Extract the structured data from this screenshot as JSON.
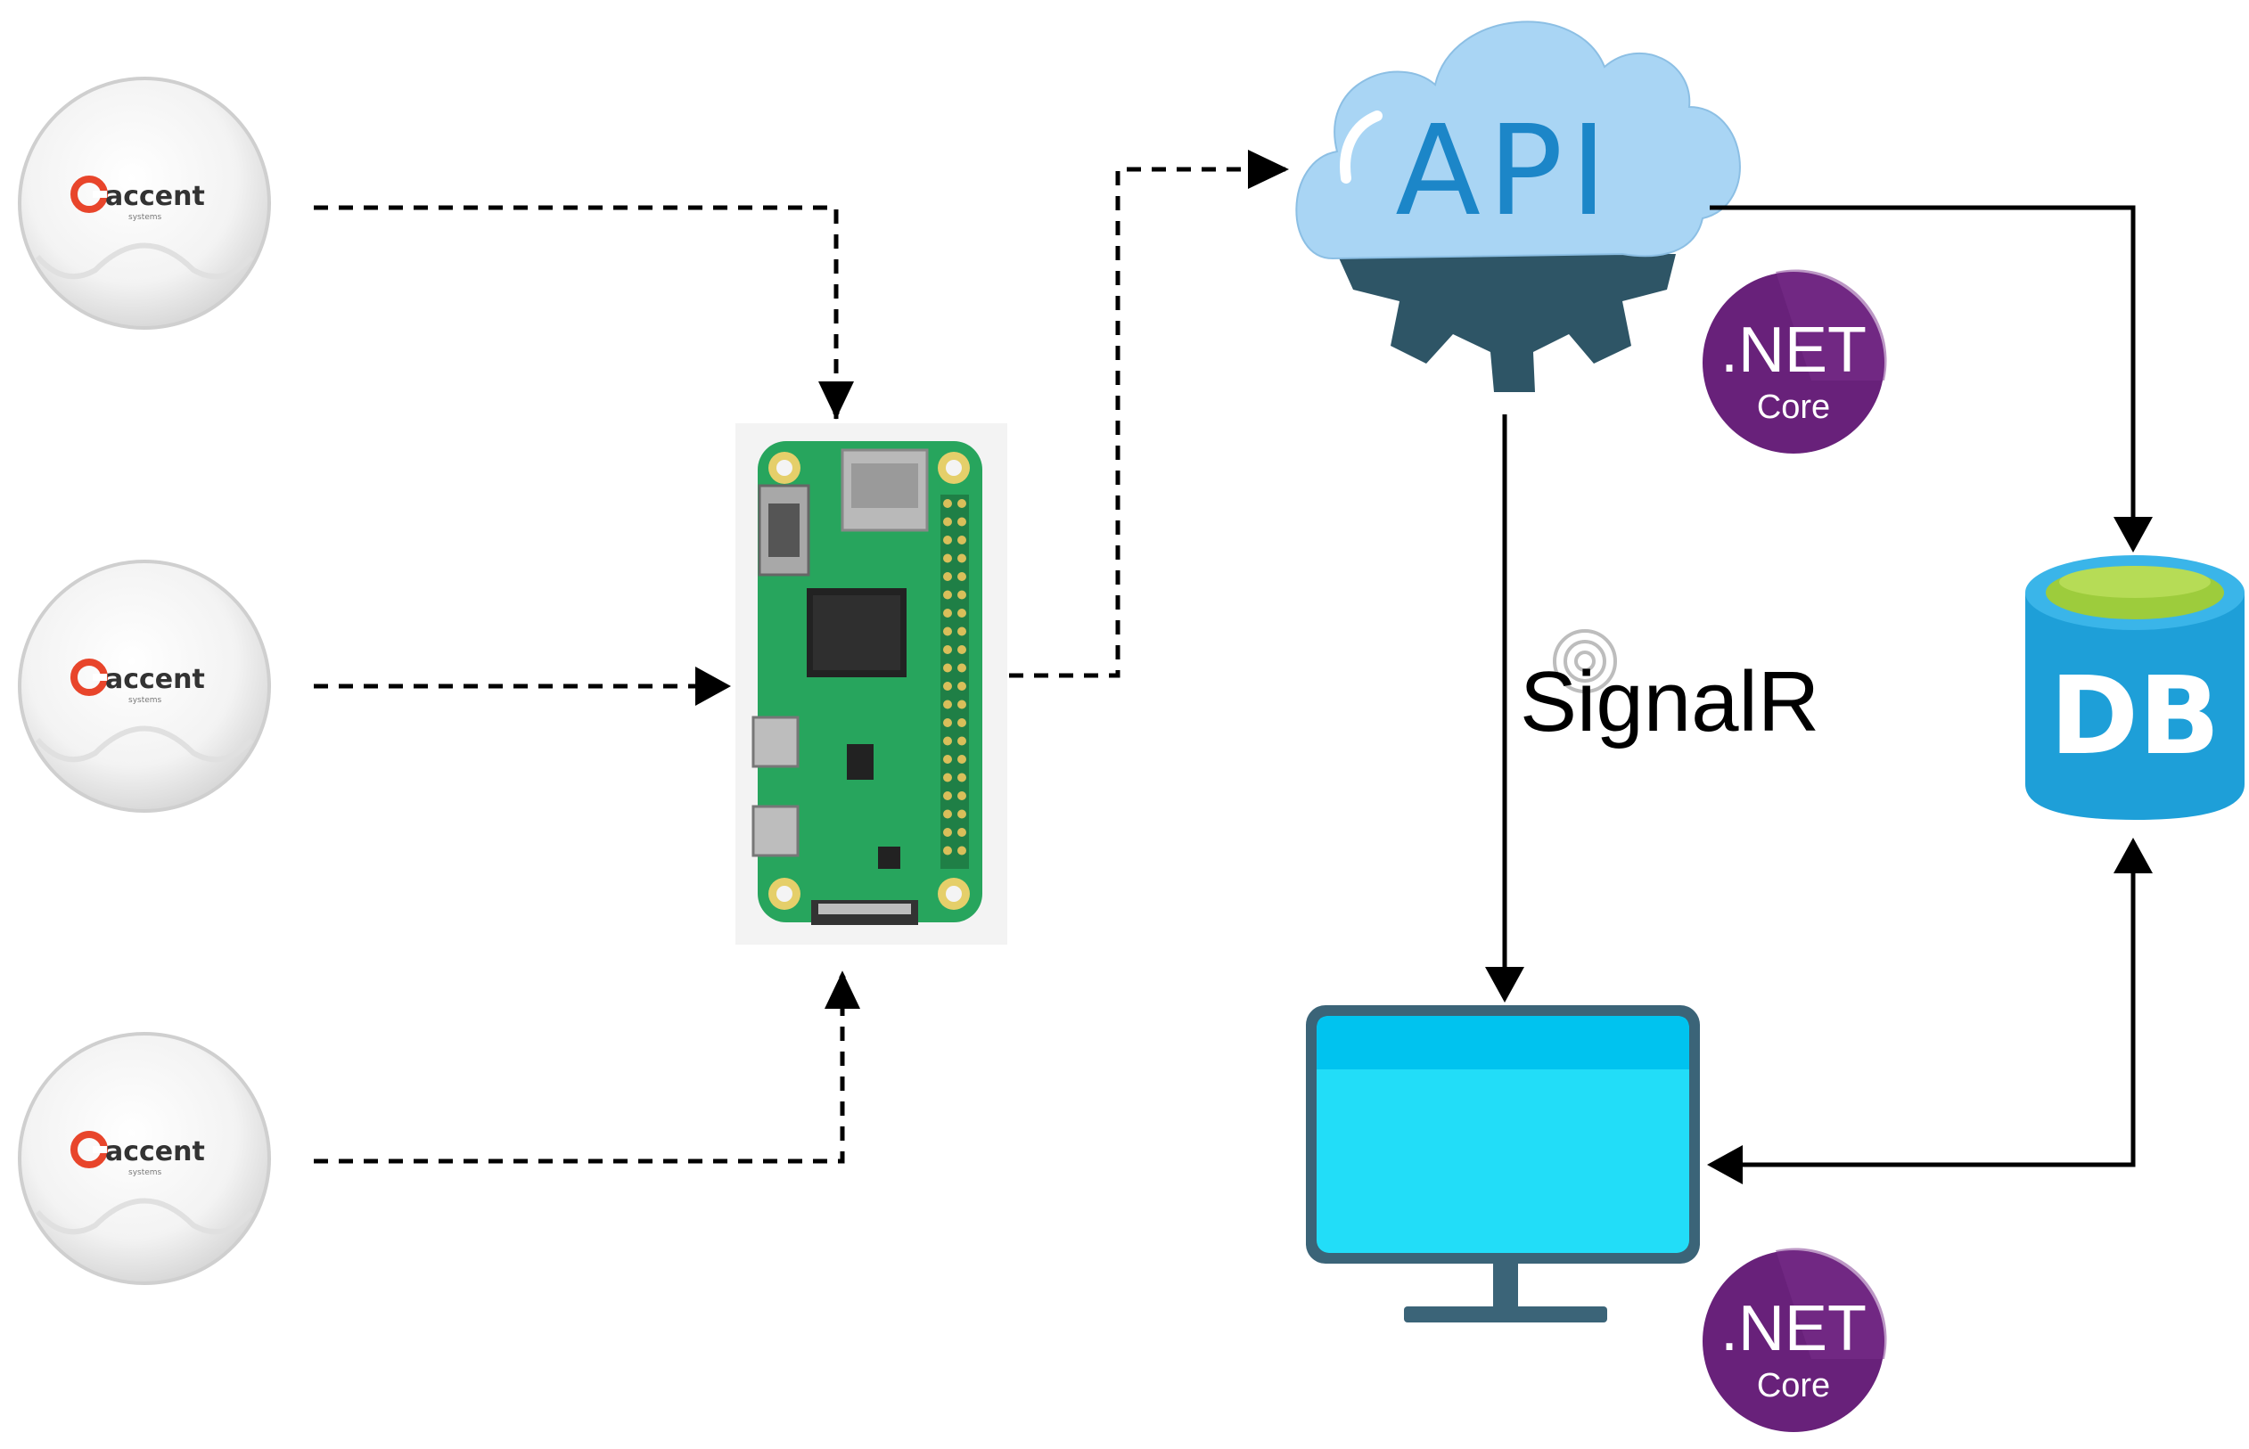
{
  "sensors": [
    {
      "brand": "accent",
      "sub": "systems"
    },
    {
      "brand": "accent",
      "sub": "systems"
    },
    {
      "brand": "accent",
      "sub": "systems"
    }
  ],
  "api": {
    "label": "API"
  },
  "signalr": {
    "label": "SignalR"
  },
  "database": {
    "label": "DB"
  },
  "dotnet_badges": [
    {
      "main": ".NET",
      "sub": "Core"
    },
    {
      "main": ".NET",
      "sub": "Core"
    }
  ],
  "colors": {
    "api_cloud": "#a9d5f4",
    "api_text": "#1c86c8",
    "gear": "#2e5566",
    "dotnet_purple": "#68217a",
    "db_blue": "#1e9fd8",
    "db_top_green": "#9dcc3c",
    "monitor_screen": "#22ddf8",
    "monitor_bar": "#00c3ef",
    "monitor_stand": "#3b6478",
    "board_green": "#27a55d",
    "sensor_red": "#e8452b"
  },
  "icons": [
    "sensor-device-icon",
    "raspberry-pi-board-icon",
    "cloud-api-icon",
    "gear-icon",
    "dotnet-core-logo",
    "database-icon",
    "monitor-icon",
    "signal-icon"
  ]
}
